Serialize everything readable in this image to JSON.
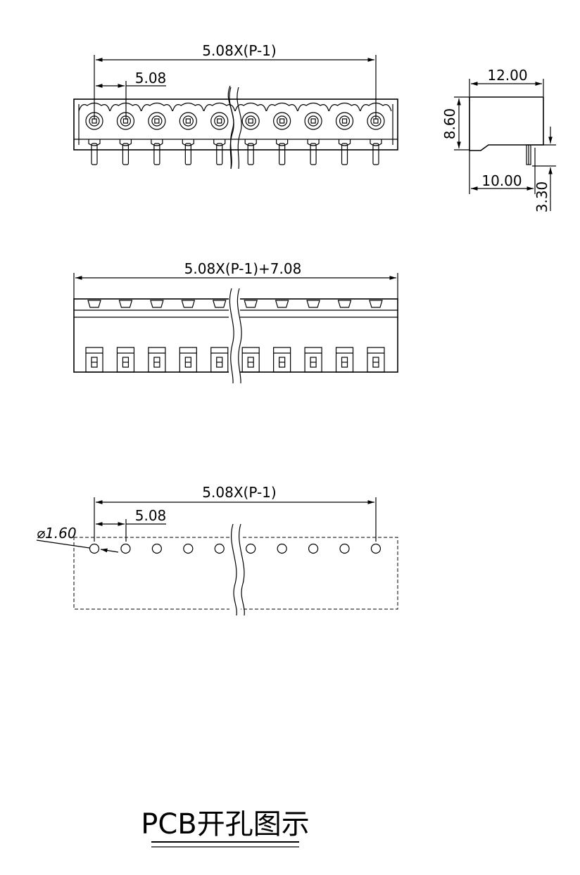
{
  "front_view": {
    "overall_dim": "5.08X(P-1)",
    "pitch_dim": "5.08",
    "pin_count": 10
  },
  "side_view": {
    "width_dim": "12.00",
    "height_dim": "8.60",
    "depth_dim": "10.00",
    "pin_length_dim": "3.30"
  },
  "top_view": {
    "overall_dim": "5.08X(P-1)+7.08",
    "pin_count": 10
  },
  "pcb_view": {
    "overall_dim": "5.08X(P-1)",
    "pitch_dim": "5.08",
    "hole_dim": "⌀1.60",
    "hole_count": 10
  },
  "caption": "PCB开孔图示"
}
